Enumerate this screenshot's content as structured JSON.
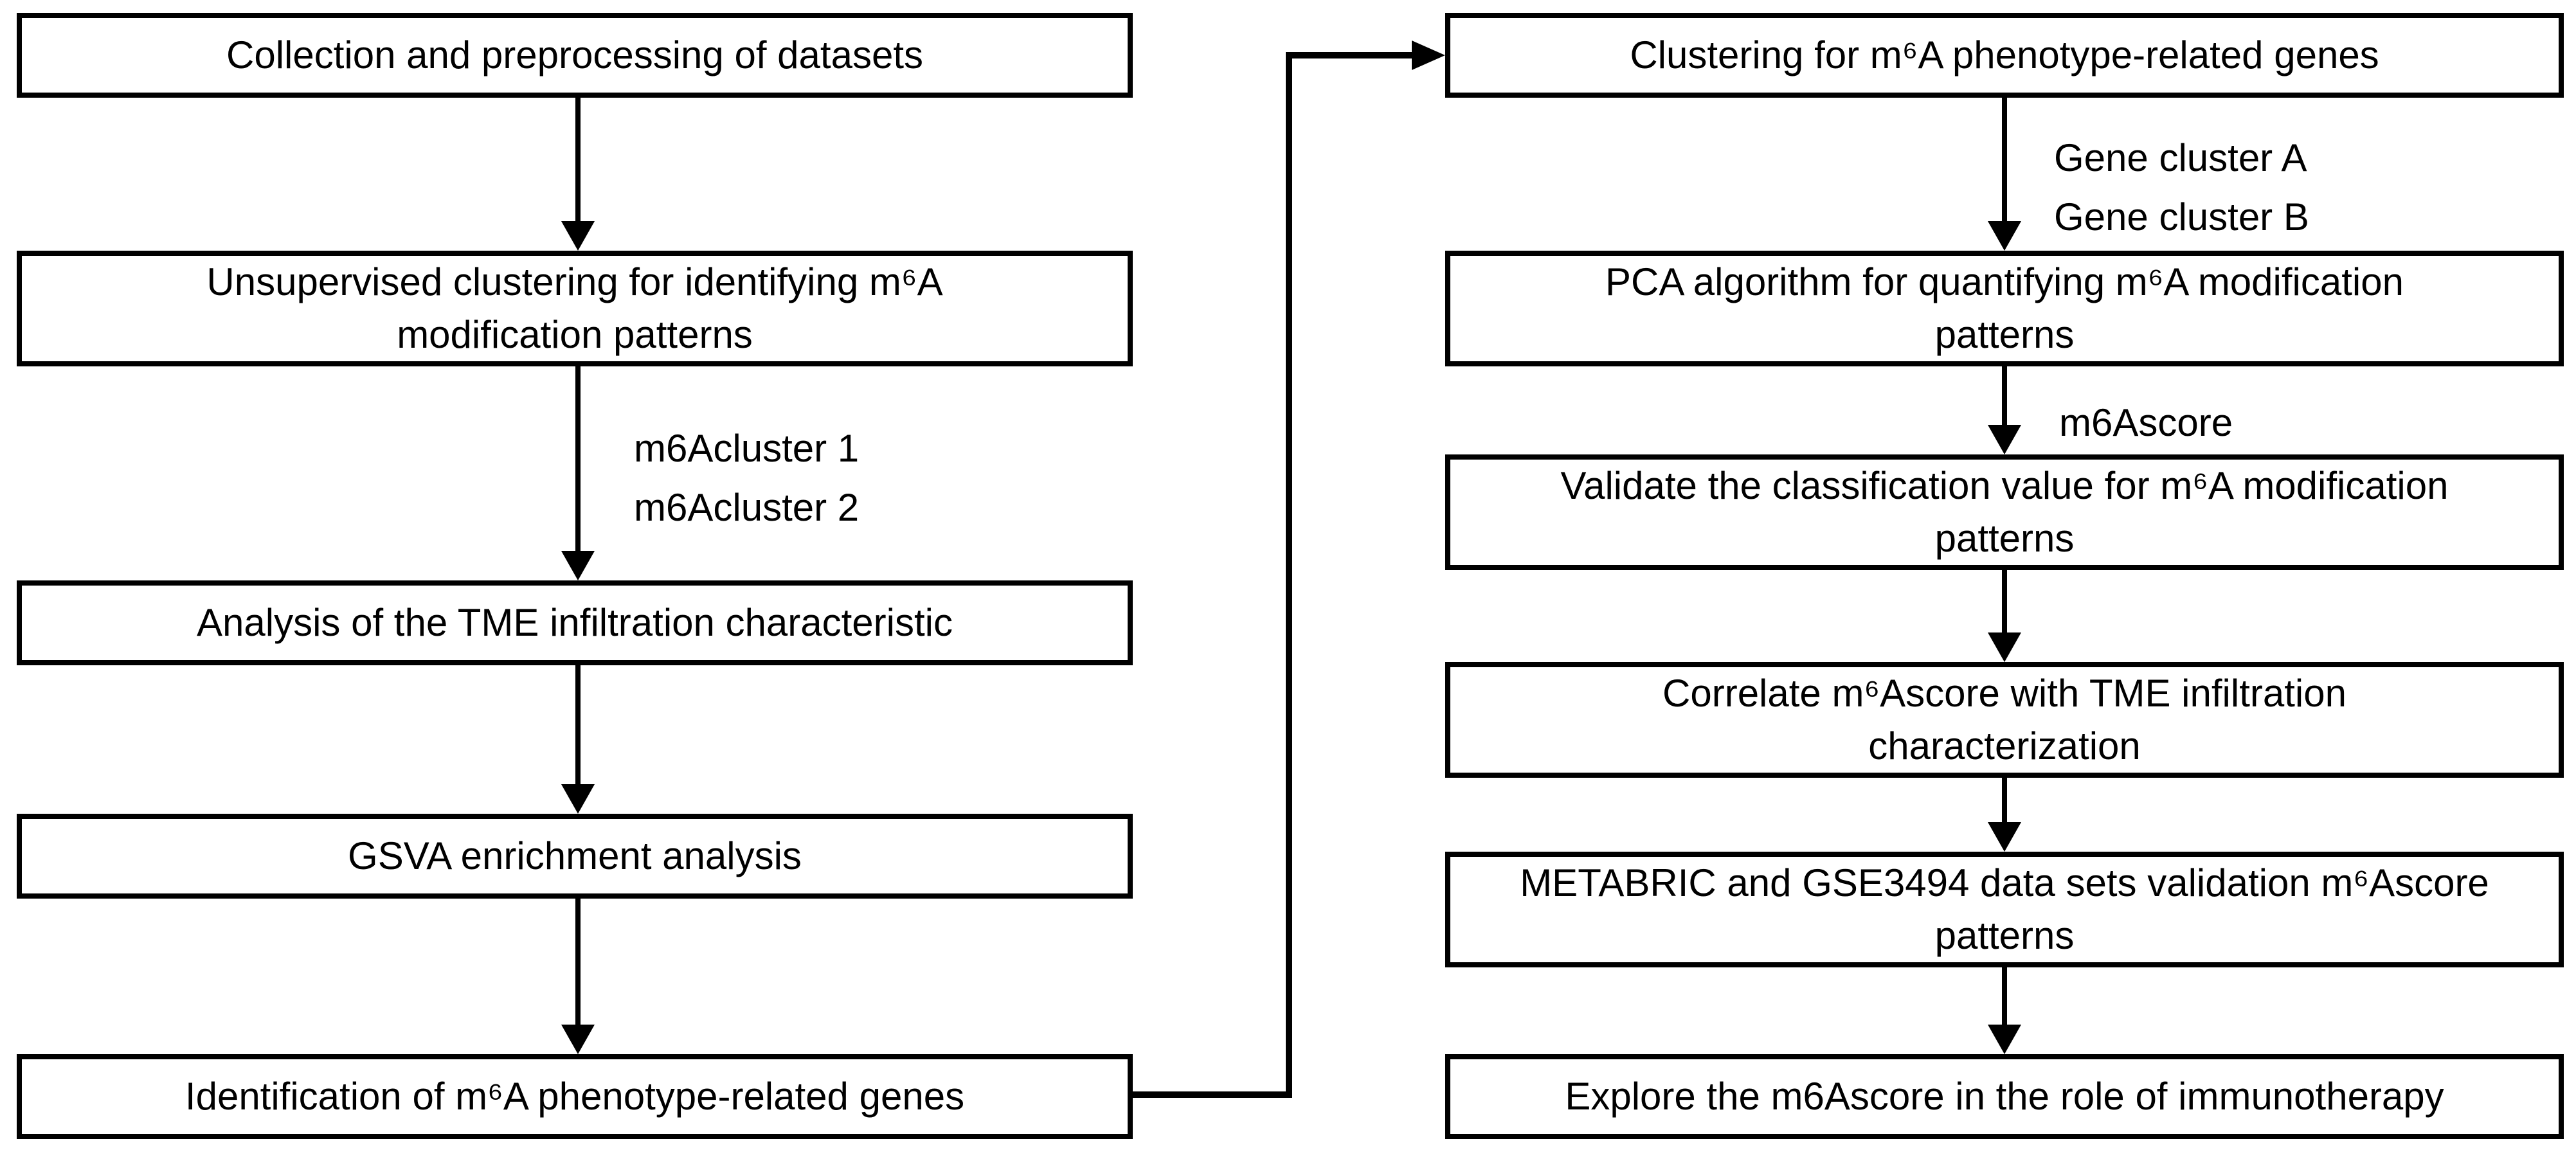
{
  "figure": {
    "title": "m6A modification patterns analysis workflow flowchart",
    "colors": {
      "background": "#ffffff",
      "box_fill": "#ffffff",
      "box_border": "#000000",
      "text": "#000000",
      "arrow": "#000000"
    },
    "left_column": {
      "boxes": [
        {
          "lines": [
            "Collection and preprocessing of datasets"
          ]
        },
        {
          "lines": [
            "Unsupervised clustering for identifying m⁶A",
            "modification patterns"
          ]
        },
        {
          "lines": [
            "Analysis of the TME infiltration characteristic"
          ]
        },
        {
          "lines": [
            "GSVA enrichment analysis"
          ]
        },
        {
          "lines": [
            "Identification of m⁶A phenotype-related genes"
          ]
        }
      ],
      "arrow_label": {
        "lines": [
          "m6Acluster 1",
          "m6Acluster 2"
        ]
      }
    },
    "right_column": {
      "boxes": [
        {
          "lines": [
            "Clustering for m⁶A phenotype-related genes"
          ]
        },
        {
          "lines": [
            "PCA algorithm for quantifying m⁶A modification",
            "patterns"
          ]
        },
        {
          "lines": [
            "Validate the classification value for m⁶A modification",
            "patterns"
          ]
        },
        {
          "lines": [
            "Correlate m⁶Ascore with TME infiltration",
            "characterization"
          ]
        },
        {
          "lines": [
            "METABRIC and GSE3494 data sets validation m⁶Ascore",
            "patterns"
          ]
        },
        {
          "lines": [
            "Explore the m6Ascore in the role of immunotherapy"
          ]
        }
      ],
      "arrow_labels": [
        {
          "lines": [
            "Gene cluster A",
            "Gene cluster B"
          ]
        },
        {
          "lines": [
            "m6Ascore"
          ]
        }
      ]
    }
  }
}
